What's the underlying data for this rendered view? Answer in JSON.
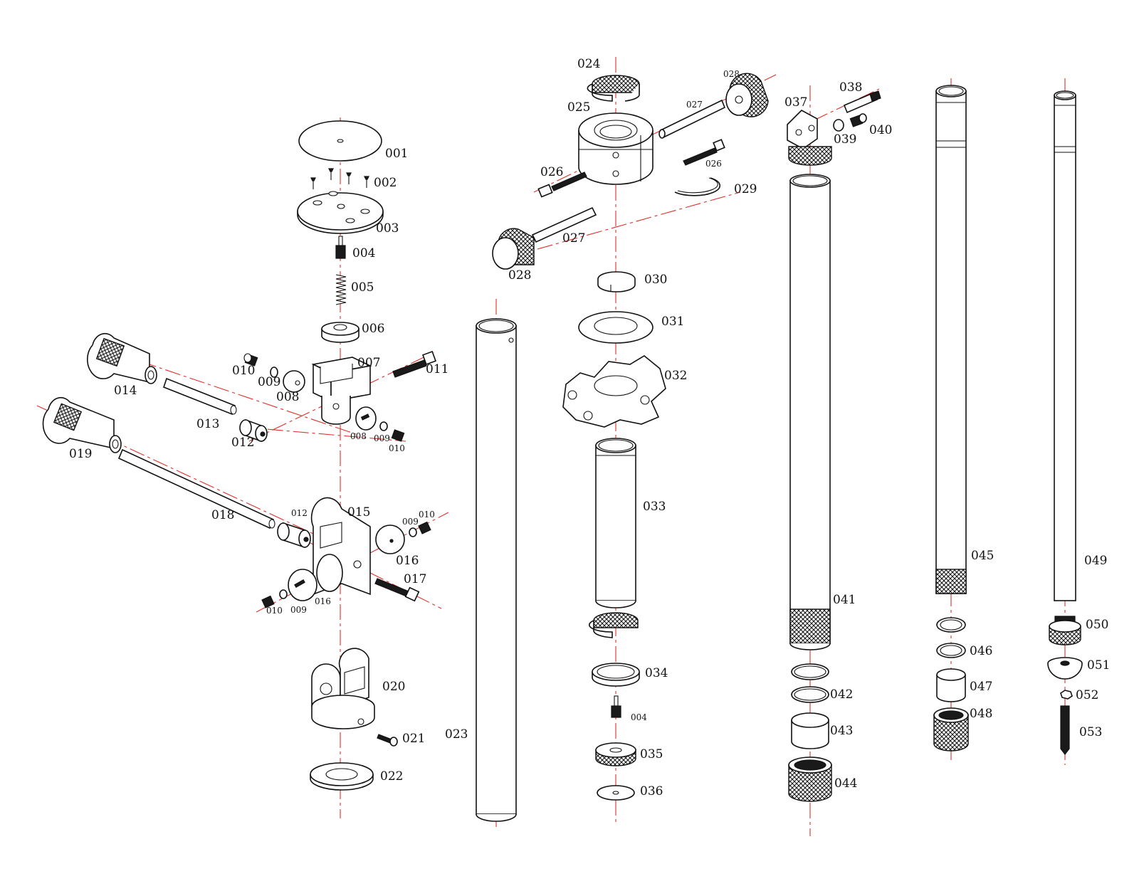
{
  "labels": {
    "p001": "001",
    "p002": "002",
    "p003": "003",
    "p004": "004",
    "p004b": "004",
    "p005": "005",
    "p006": "006",
    "p007": "007",
    "p008": "008",
    "p008b": "008",
    "p009": "009",
    "p009b": "009",
    "p009c": "009",
    "p009d": "009",
    "p010": "010",
    "p010b": "010",
    "p010c": "010",
    "p010d": "010",
    "p011": "011",
    "p012": "012",
    "p012b": "012",
    "p013": "013",
    "p014": "014",
    "p015": "015",
    "p016": "016",
    "p016b": "016",
    "p017": "017",
    "p018": "018",
    "p019": "019",
    "p020": "020",
    "p021": "021",
    "p022": "022",
    "p023": "023",
    "p024": "024",
    "p025": "025",
    "p026": "026",
    "p026b": "026",
    "p027": "027",
    "p027b": "027",
    "p028": "028",
    "p028b": "028",
    "p029": "029",
    "p030": "030",
    "p031": "031",
    "p032": "032",
    "p033": "033",
    "p034": "034",
    "p035": "035",
    "p036": "036",
    "p037": "037",
    "p038": "038",
    "p039": "039",
    "p040": "040",
    "p041": "041",
    "p042": "042",
    "p043": "043",
    "p044": "044",
    "p045": "045",
    "p046": "046",
    "p047": "047",
    "p048": "048",
    "p049": "049",
    "p050": "050",
    "p051": "051",
    "p052": "052",
    "p053": "053"
  },
  "colors": {
    "axis": "#e0302a",
    "line": "#111111",
    "background": "#ffffff"
  }
}
